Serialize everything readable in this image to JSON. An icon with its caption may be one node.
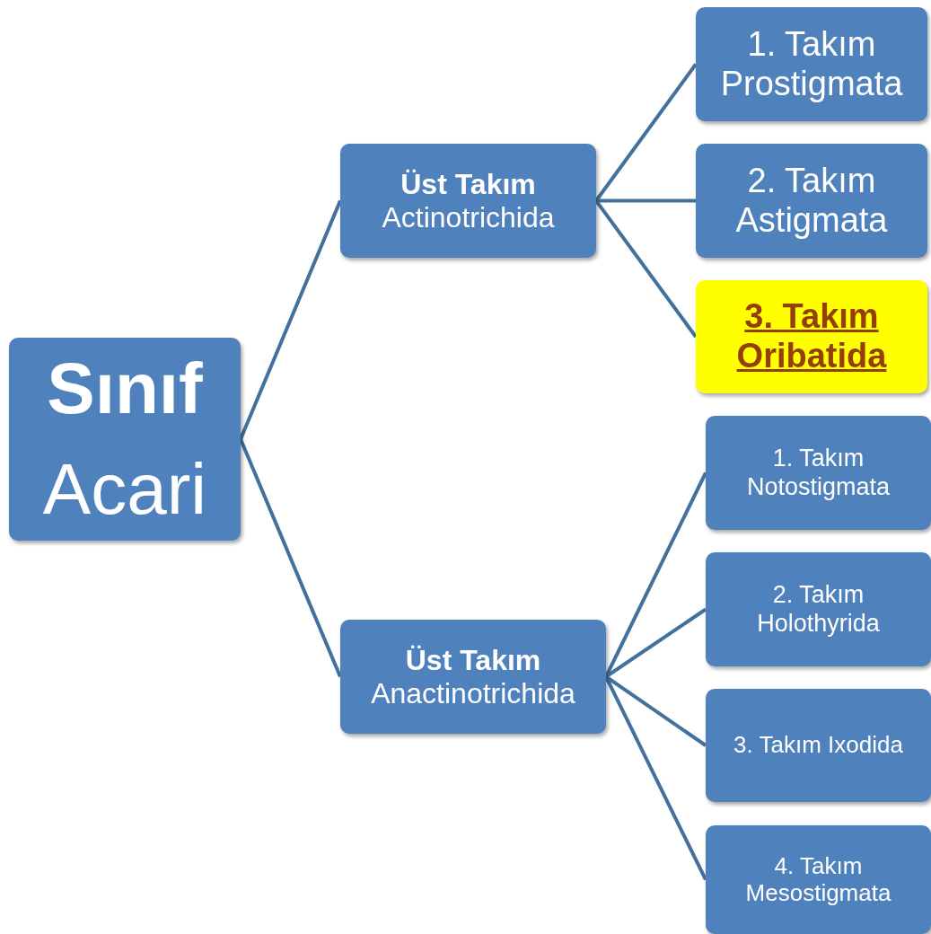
{
  "diagram": {
    "nodes": [
      {
        "text": [
          "**Sınıf** Acari"
        ]
      },
      {
        "text": [
          "Üst Takım",
          "Actinotrichida"
        ]
      },
      {
        "text": [
          "1. Takım Prostigmata"
        ]
      },
      {
        "text": [
          "2. Takım Astigmata"
        ]
      },
      {
        "text": [
          "3. Takım Oribatida"
        ]
      },
      {
        "text": [
          "Üst Takım",
          "Anactinotrichida"
        ]
      },
      {
        "text": [
          "1. Takım Notostigmata"
        ]
      },
      {
        "text": [
          "2. Takım Holothyrida"
        ]
      },
      {
        "text": [
          "3. Takım Ixodida"
        ]
      },
      {
        "text": [
          "4. Takım Mesostigmata"
        ]
      }
    ],
    "edges": [
      {
        "from": 0,
        "to": 1,
        "arrow": "none"
      },
      {
        "from": 0,
        "to": 5,
        "arrow": "none"
      },
      {
        "from": 1,
        "to": 2,
        "arrow": "none"
      },
      {
        "from": 1,
        "to": 3,
        "arrow": "none"
      },
      {
        "from": 1,
        "to": 4,
        "arrow": "none"
      },
      {
        "from": 5,
        "to": 6,
        "arrow": "none"
      },
      {
        "from": 5,
        "to": 7,
        "arrow": "none"
      },
      {
        "from": 5,
        "to": 8,
        "arrow": "none"
      },
      {
        "from": 5,
        "to": 9,
        "arrow": "none"
      }
    ]
  }
}
